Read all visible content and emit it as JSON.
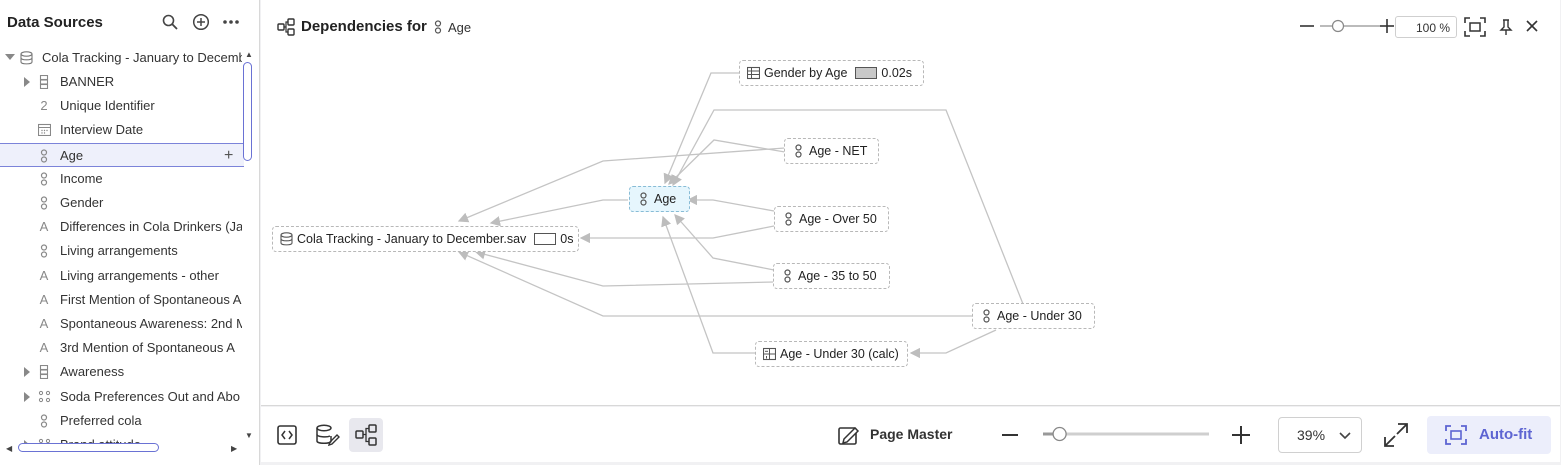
{
  "sidebar": {
    "title": "Data Sources",
    "icons": [
      "search-icon",
      "add-circle-icon",
      "more-icon"
    ],
    "root": {
      "label": "Cola Tracking - January to December"
    },
    "items": [
      {
        "label": "BANNER",
        "icon": "banner-icon",
        "expandable": true
      },
      {
        "label": "Unique Identifier",
        "icon": "numeric-icon",
        "glyph": "2"
      },
      {
        "label": "Interview Date",
        "icon": "calendar-icon"
      },
      {
        "label": "Age",
        "icon": "categorical-icon",
        "selected": true
      },
      {
        "label": "Income",
        "icon": "categorical-icon"
      },
      {
        "label": "Gender",
        "icon": "categorical-icon"
      },
      {
        "label": "Differences in Cola Drinkers (Ja",
        "icon": "text-icon",
        "glyph": "A"
      },
      {
        "label": "Living arrangements",
        "icon": "categorical-icon"
      },
      {
        "label": "Living arrangements - other",
        "icon": "text-icon",
        "glyph": "A"
      },
      {
        "label": "First Mention of Spontaneous A",
        "icon": "text-icon",
        "glyph": "A"
      },
      {
        "label": "Spontaneous Awareness: 2nd M",
        "icon": "text-icon",
        "glyph": "A"
      },
      {
        "label": "3rd Mention of Spontaneous A",
        "icon": "text-icon",
        "glyph": "A"
      },
      {
        "label": "Awareness",
        "icon": "banner-icon",
        "expandable": true
      },
      {
        "label": "Soda Preferences Out and Abo",
        "icon": "grid-icon",
        "expandable": true
      },
      {
        "label": "Preferred cola",
        "icon": "categorical-icon"
      },
      {
        "label": "Brand attitude",
        "icon": "grid-icon",
        "expandable": true
      }
    ]
  },
  "main": {
    "title": "Dependencies for",
    "variable": "Age",
    "zoom_value": "100 %",
    "nodes": {
      "gender_by_age": {
        "label": "Gender by Age",
        "time": "0.02s"
      },
      "age_net": {
        "label": "Age - NET"
      },
      "age": {
        "label": "Age"
      },
      "age_over_50": {
        "label": "Age - Over 50"
      },
      "age_35_50": {
        "label": "Age - 35 to 50"
      },
      "age_under_30": {
        "label": "Age - Under 30"
      },
      "age_under_30_calc": {
        "label": "Age - Under 30 (calc)"
      },
      "data_file": {
        "label": "Cola Tracking - January to December.sav",
        "time": "0s"
      }
    }
  },
  "bottom": {
    "page_master": "Page Master",
    "zoom_percent": "39%",
    "autofit": "Auto-fit",
    "zoom_slider_fraction": 0.1
  },
  "colors": {
    "accent": "#5d64d2",
    "selected_bg": "#eef0fb",
    "focus_node_bg": "#e6f6fd",
    "edge": "#c4c4c4"
  }
}
